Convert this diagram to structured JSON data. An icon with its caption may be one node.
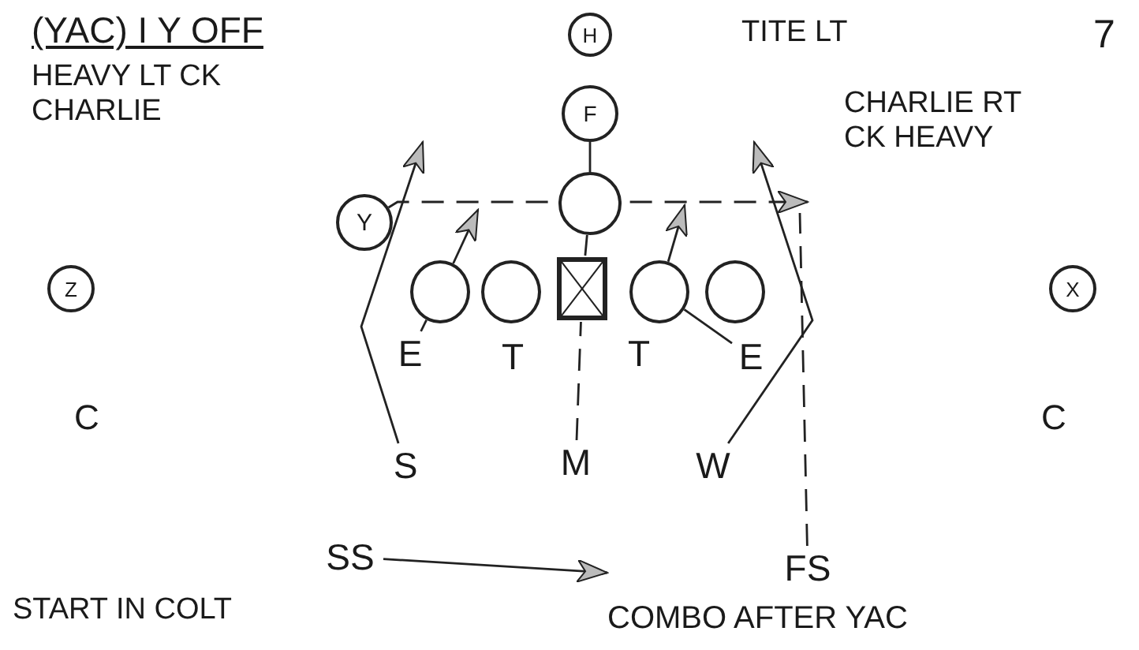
{
  "diagram": {
    "title": "(YAC) I Y OFF",
    "nodes": [
      {
        "text": [
          "H"
        ]
      },
      {
        "text": [
          "F"
        ]
      },
      {
        "text": [
          "Y"
        ]
      },
      {
        "text": [],
        "shape": "circle"
      },
      {
        "text": [
          "Z"
        ]
      },
      {
        "text": [
          "X"
        ]
      },
      {
        "text": [],
        "shape": "circle"
      },
      {
        "text": [],
        "shape": "circle"
      },
      {
        "text": [],
        "shape": "box"
      },
      {
        "text": [],
        "shape": "circle"
      },
      {
        "text": [],
        "shape": "circle"
      },
      {
        "text": [
          "E"
        ]
      },
      {
        "text": [
          "T"
        ]
      },
      {
        "text": [
          "T"
        ]
      },
      {
        "text": [
          "E"
        ]
      },
      {
        "text": [
          "C"
        ]
      },
      {
        "text": [
          "C"
        ]
      },
      {
        "text": [
          "S"
        ]
      },
      {
        "text": [
          "M"
        ]
      },
      {
        "text": [
          "W"
        ]
      },
      {
        "text": [
          "SS"
        ]
      },
      {
        "text": [
          "FS"
        ]
      }
    ],
    "edges": [
      {
        "from": 17,
        "to": null,
        "arrow": "to"
      },
      {
        "from": 2,
        "to": null,
        "arrow": "to",
        "style": "dashed"
      },
      {
        "from": 21,
        "to": null,
        "arrow": "none",
        "style": "dashed"
      },
      {
        "from": 11,
        "to": 6,
        "arrow": "none"
      },
      {
        "from": 6,
        "to": null,
        "arrow": "to"
      },
      {
        "from": 14,
        "to": 9,
        "arrow": "none"
      },
      {
        "from": 9,
        "to": null,
        "arrow": "to"
      },
      {
        "from": 19,
        "to": null,
        "arrow": "to"
      },
      {
        "from": 1,
        "to": 3,
        "arrow": "none"
      },
      {
        "from": 3,
        "to": 8,
        "arrow": "none"
      },
      {
        "from": 18,
        "to": 8,
        "arrow": "none",
        "style": "dashed"
      },
      {
        "from": 20,
        "to": null,
        "arrow": "to"
      }
    ],
    "labels": [
      "HEAVY LT CK CHARLIE",
      "TITE LT",
      "7",
      "CHARLIE RT CK HEAVY",
      "START IN COLT",
      "COMBO AFTER YAC"
    ]
  }
}
